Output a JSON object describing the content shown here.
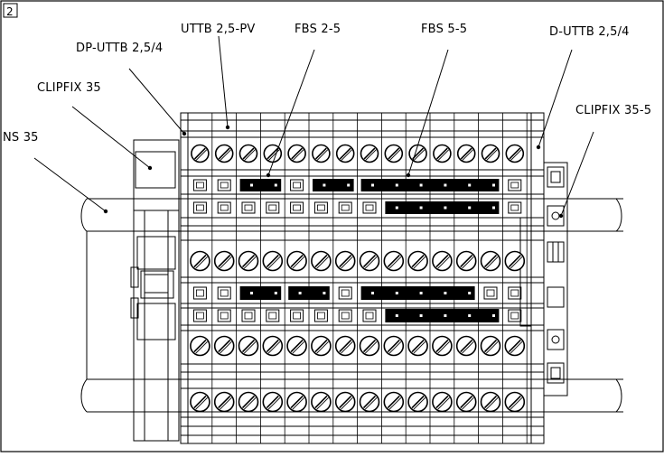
{
  "figure_number": "2",
  "labels": {
    "uttb": "UTTB 2,5-PV",
    "fbs25": "FBS 2-5",
    "fbs55": "FBS 5-5",
    "duttb": "D-UTTB 2,5/4",
    "dputtb": "DP-UTTB 2,5/4",
    "clipfix35": "CLIPFIX 35",
    "clipfix355": "CLIPFIX 35-5",
    "ns35": "NS 35"
  }
}
